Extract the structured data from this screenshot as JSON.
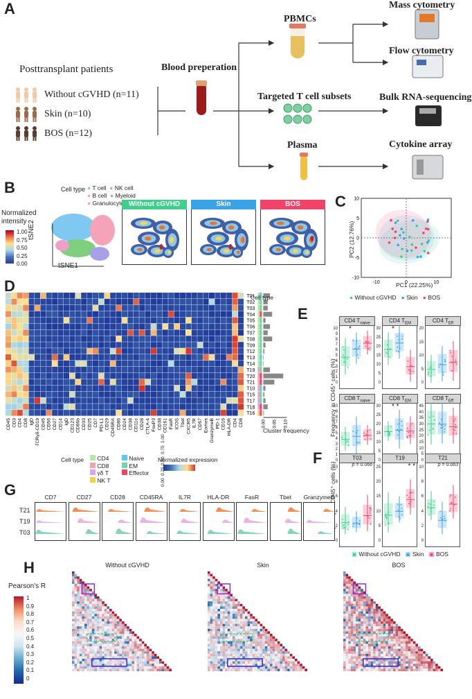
{
  "panel_letters": {
    "A": "A",
    "B": "B",
    "C": "C",
    "D": "D",
    "E": "E",
    "F": "F",
    "G": "G",
    "H": "H"
  },
  "panelA": {
    "patients_title": "Posttransplant patients",
    "groups": [
      {
        "label": "Without cGVHD (n=11)",
        "color": "#f2c9a6"
      },
      {
        "label": "Skin  (n=10)",
        "color": "#9b6a4d"
      },
      {
        "label": "BOS  (n=12)",
        "color": "#5a3d31"
      }
    ],
    "blood_label": "Blood preperation",
    "sources": [
      "PBMCs",
      "Targeted T cell subsets",
      "Plasma"
    ],
    "assays": [
      "Mass cytometry",
      "Flow cytometry",
      "Bulk RNA-sequencing",
      "Cytokine array"
    ]
  },
  "panelB": {
    "legend_title": "Cell type",
    "legend_items": [
      {
        "label": "T cell",
        "color": "#7ec8f2"
      },
      {
        "label": "NK cell",
        "color": "#7ed07e"
      },
      {
        "label": "B cell",
        "color": "#f4a3b8"
      },
      {
        "label": "Myeloid",
        "color": "#a8a0e6"
      },
      {
        "label": "Granulocyte",
        "color": "#f0a0c8"
      }
    ],
    "colorbar_title": "Normalized intensity",
    "colorbar_ticks": [
      "1.00",
      "0.75",
      "0.50",
      "0.25",
      "0.00"
    ],
    "axis_y": "tSNE2",
    "axis_x": "tSNE1",
    "groups": [
      {
        "label": "Without cGVHD",
        "color": "#3ecf8e"
      },
      {
        "label": "Skin",
        "color": "#3aa3e8"
      },
      {
        "label": "BOS",
        "color": "#f0436a"
      }
    ]
  },
  "panelC": {
    "xlabel": "PC1 (22.25%)",
    "ylabel": "PC2 (12.76%)",
    "xticks": [
      "-10",
      "0",
      "10"
    ],
    "yticks": [
      "10",
      "5",
      "0",
      "-5",
      "-10"
    ],
    "legend": [
      {
        "label": "Without cGVHD",
        "color": "#3ecf8e"
      },
      {
        "label": "Skin",
        "color": "#3aa3e8"
      },
      {
        "label": "BOS",
        "color": "#f0436a"
      }
    ]
  },
  "panelD": {
    "markers": [
      "CD45",
      "CD3",
      "CD4",
      "CD8",
      "IgD",
      "TCRγδ-CD19",
      "CD45",
      "CD56",
      "CD27",
      "CD14",
      "IgD",
      "CD123",
      "CD66b",
      "CD33",
      "CD25",
      "CD7",
      "PD-L1",
      "CD29",
      "CD45RA",
      "CD86",
      "CD24",
      "CD38",
      "CD11c",
      "CD28",
      "CTLA-4",
      "FoxP3",
      "CD38",
      "CD161",
      "FasR",
      "ICOS",
      "Tbet",
      "CXCR5",
      "IL7R",
      "CD57",
      "Eomes",
      "GranzymeB",
      "PD-1",
      "CD16",
      "HLA-DR",
      "CD4",
      "CD8"
    ],
    "clusters": [
      "T01",
      "T02",
      "T03",
      "T04",
      "T05",
      "T06",
      "T07",
      "T08",
      "T09",
      "T12",
      "T13",
      "T14",
      "T19",
      "T20",
      "T21",
      "T10",
      "T15",
      "T17",
      "T18",
      "T16"
    ],
    "cell_type_label": "Cell type",
    "cluster_freq_label": "Cluster\nfrequency",
    "freq_ticks": [
      "0.00",
      "0.05",
      "0.10"
    ],
    "legend_celltype_title": "Cell type",
    "legend_celltype": [
      {
        "label": "CD4",
        "color": "#b9e6a6"
      },
      {
        "label": "CD8",
        "color": "#f4a3b0"
      },
      {
        "label": "γδ T",
        "color": "#d7a6e8"
      },
      {
        "label": "NK T",
        "color": "#f2d24b"
      }
    ],
    "legend_state": [
      {
        "label": "Naive",
        "color": "#5ac8f0"
      },
      {
        "label": "EM",
        "color": "#6fd6a6"
      },
      {
        "label": "Effector",
        "color": "#f0436a"
      }
    ],
    "expr_title": "Normalized expression",
    "expr_ticks": [
      "0.00",
      "0.25",
      "0.50",
      "0.75",
      "1.00"
    ]
  },
  "panelE": {
    "ylabel": "Frequency in CD45⁺ cells (%)",
    "facets": [
      {
        "title": "CD4 T",
        "sub": "naive",
        "yticks": [
          "10",
          "9",
          "8",
          "7",
          "6",
          "5",
          "4",
          "3",
          "2",
          "1",
          "0"
        ],
        "sig": "*"
      },
      {
        "title": "CD4 T",
        "sub": "EM",
        "yticks": [
          "30",
          "25",
          "20",
          "15",
          "10",
          "5",
          "0"
        ],
        "sig": "*"
      },
      {
        "title": "CD4 T",
        "sub": "Eff",
        "yticks": [
          "20",
          "15",
          "10",
          "5",
          "0"
        ],
        "sig": ""
      },
      {
        "title": "CD8 T",
        "sub": "naive",
        "yticks": [
          "10",
          "9",
          "8",
          "7",
          "6",
          "5",
          "4",
          "3",
          "2",
          "1",
          "0"
        ],
        "sig": ""
      },
      {
        "title": "CD8 T",
        "sub": "EM",
        "yticks": [
          "30",
          "25",
          "20",
          "15",
          "10",
          "5",
          "0"
        ],
        "sig": "*   *"
      },
      {
        "title": "CD8 T",
        "sub": "Eff",
        "yticks": [
          "45",
          "40",
          "35",
          "30",
          "25",
          "20",
          "15",
          "10",
          "5",
          "0"
        ],
        "sig": ""
      }
    ]
  },
  "panelF": {
    "ylabel": "Frequency in CD45⁺ cells (%)",
    "facets": [
      {
        "title": "T03",
        "p": "p = 0.066",
        "yticks": [
          "10",
          "8",
          "6",
          "4",
          "2",
          "0"
        ]
      },
      {
        "title": "T19",
        "p": "*   *",
        "yticks": [
          "25",
          "20",
          "15",
          "10",
          "5",
          "0"
        ]
      },
      {
        "title": "T21",
        "p": "p = 0.063",
        "yticks": [
          "10",
          "8",
          "6",
          "4",
          "2",
          "0"
        ]
      }
    ],
    "legend": [
      {
        "label": "Without cGVHD",
        "color": "#3ecf8e"
      },
      {
        "label": "Skin",
        "color": "#3aa3e8"
      },
      {
        "label": "BOS",
        "color": "#f0436a"
      }
    ]
  },
  "panelG": {
    "markers": [
      "CD7",
      "CD27",
      "CD28",
      "CD45RA",
      "IL7R",
      "HLA-DR",
      "FasR",
      "Tbet",
      "GranzymeB"
    ],
    "rows": [
      {
        "label": "T21",
        "color": "#f07a30"
      },
      {
        "label": "T19",
        "color": "#e6a6dc"
      },
      {
        "label": "T03",
        "color": "#6fcfa6"
      }
    ]
  },
  "panelH": {
    "titles": [
      "Without cGVHD",
      "Skin",
      "BOS"
    ],
    "colorbar_title": "Pearson's R",
    "colorbar_ticks": [
      "1",
      "0.9",
      "0.8",
      "0.7",
      "0.6",
      "0.5",
      "0.4",
      "0.3",
      "0.2",
      "0.1",
      "0"
    ]
  }
}
